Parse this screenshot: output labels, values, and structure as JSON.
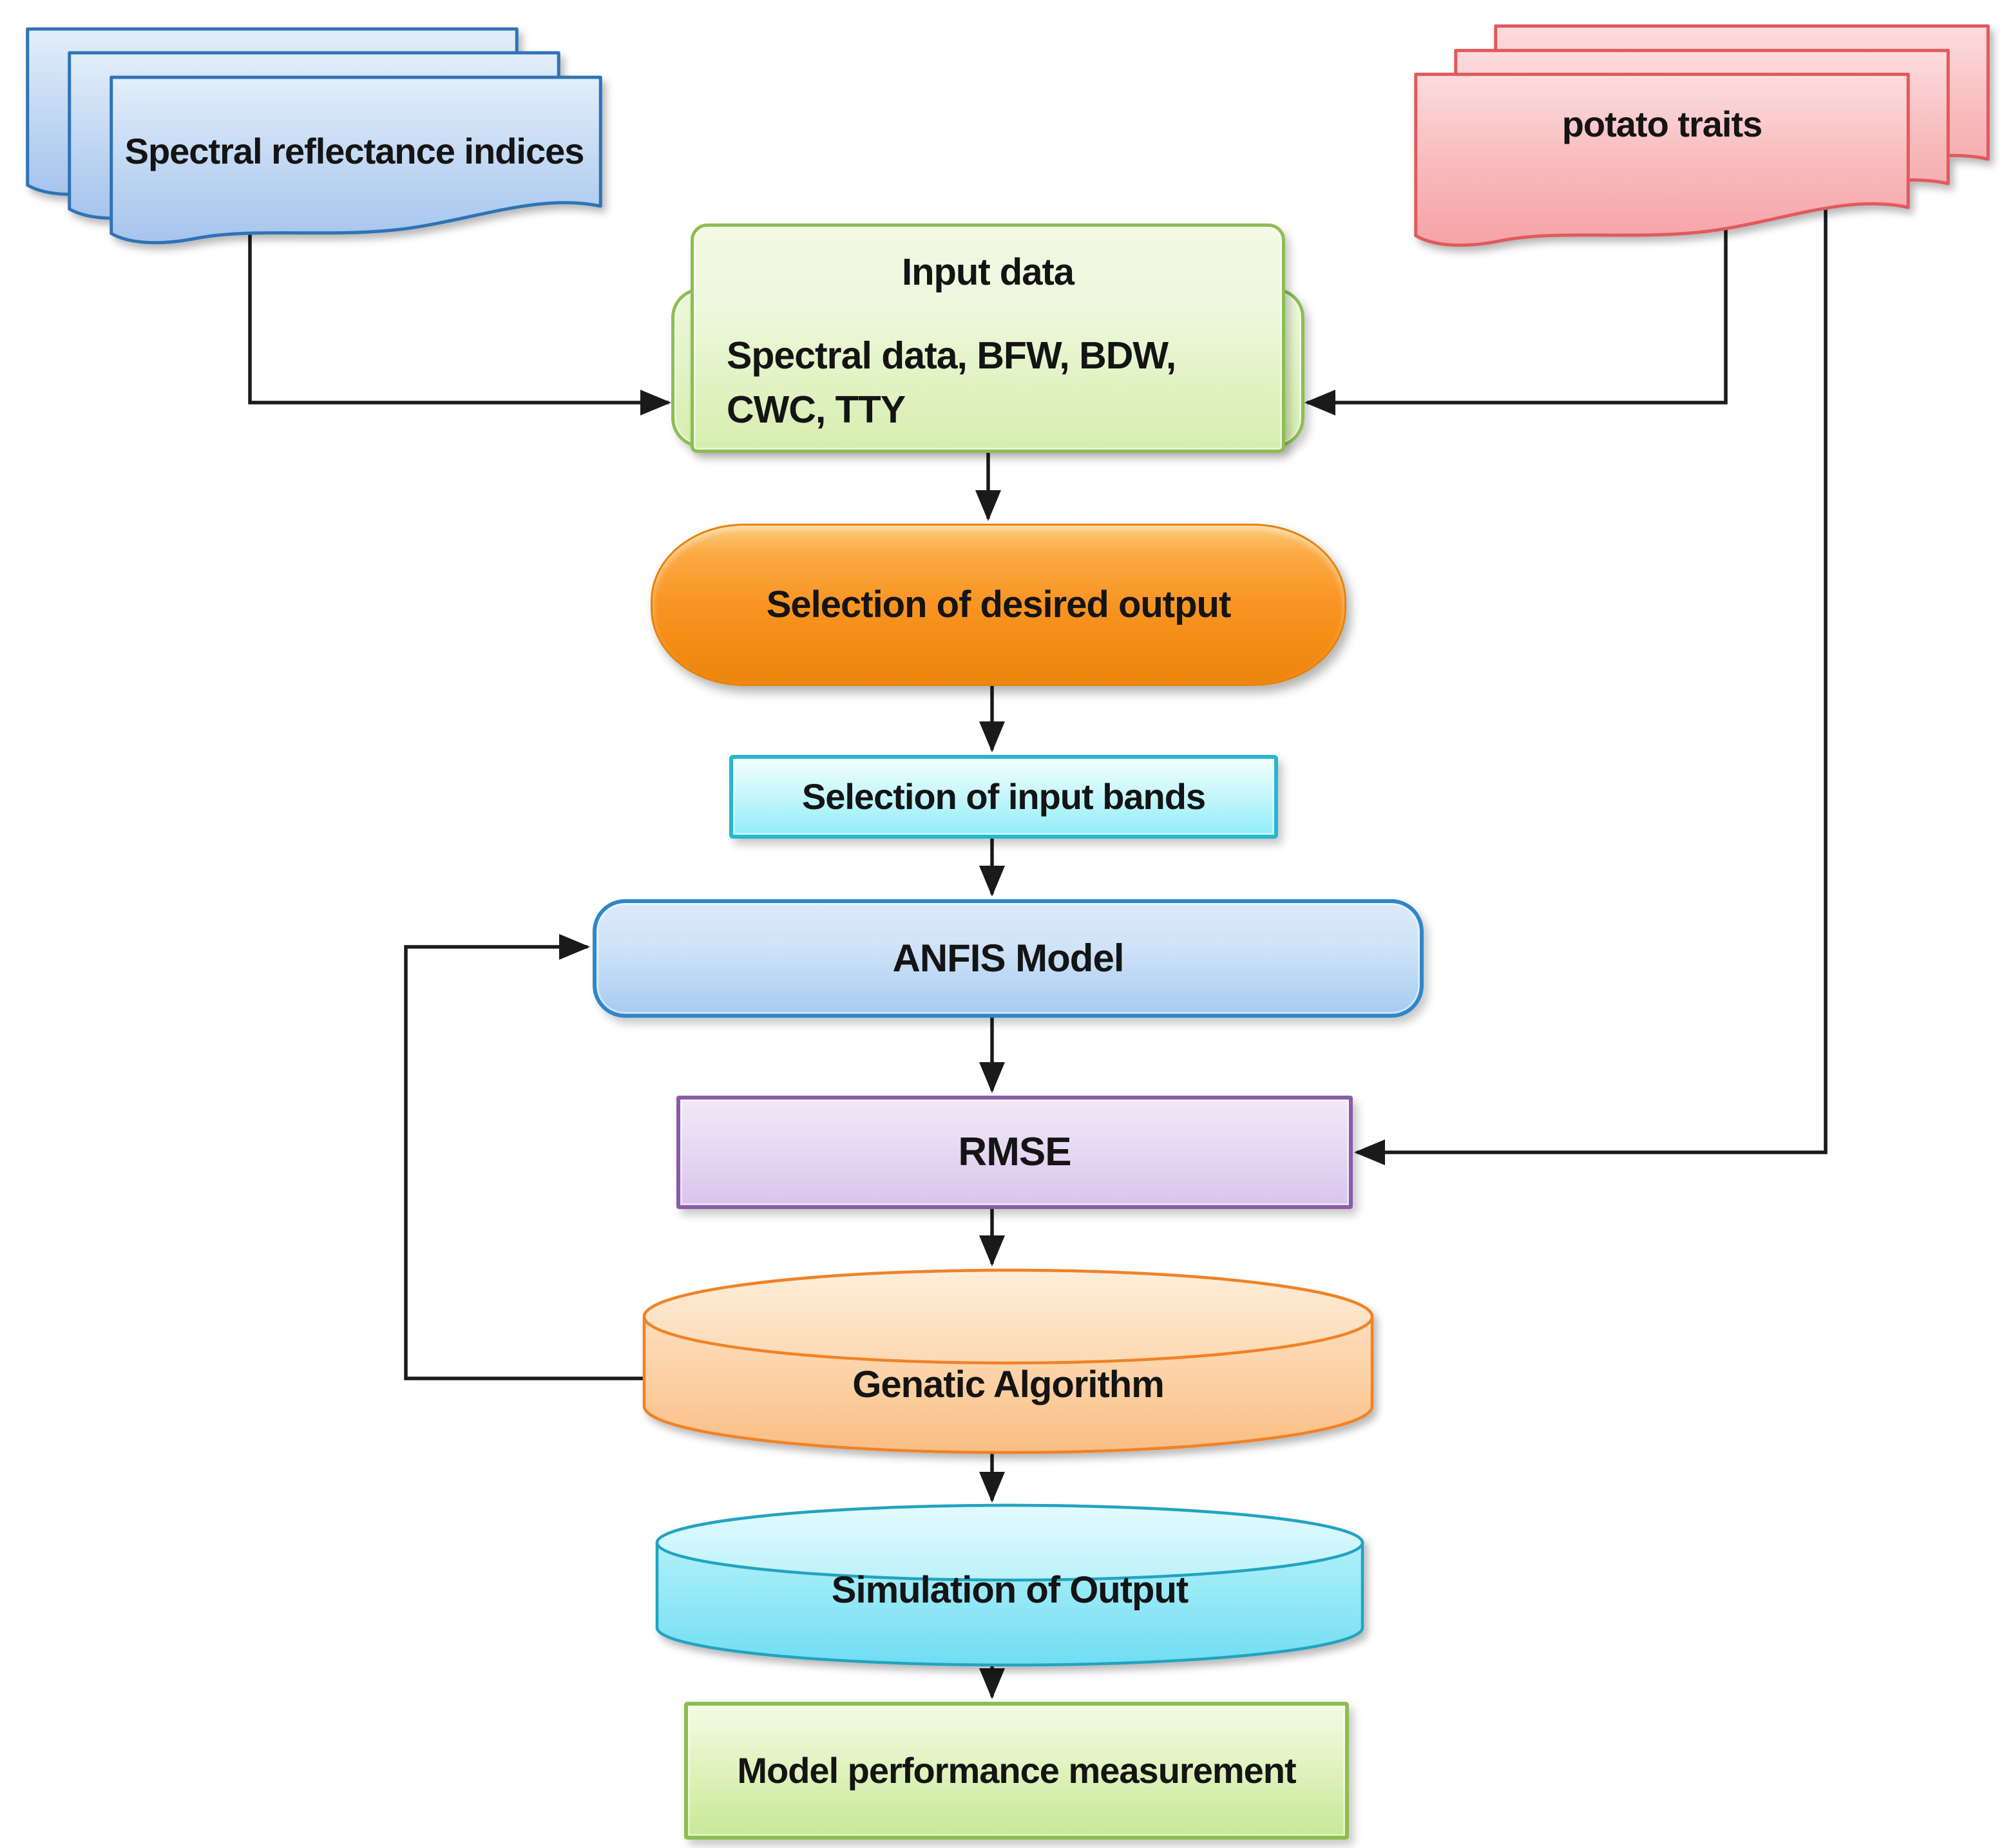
{
  "nodes": {
    "spectral_docs": {
      "label": "Spectral reflectance indices"
    },
    "potato_docs": {
      "label": "potato traits"
    },
    "input_data": {
      "title": "Input data",
      "body": "Spectral data, BFW, BDW, CWC, TTY"
    },
    "selection_output": {
      "label": "Selection of desired output"
    },
    "selection_bands": {
      "label": "Selection of input bands"
    },
    "anfis_model": {
      "label": "ANFIS Model"
    },
    "rmse": {
      "label": "RMSE"
    },
    "genetic_algorithm": {
      "label": "Genatic Algorithm"
    },
    "simulation_output": {
      "label": "Simulation of Output"
    },
    "model_performance": {
      "label": "Model performance measurement"
    }
  },
  "edges": [
    {
      "from": "spectral_docs",
      "to": "input_data"
    },
    {
      "from": "potato_docs",
      "to": "input_data"
    },
    {
      "from": "potato_docs",
      "to": "rmse"
    },
    {
      "from": "input_data",
      "to": "selection_output"
    },
    {
      "from": "selection_output",
      "to": "selection_bands"
    },
    {
      "from": "selection_bands",
      "to": "anfis_model"
    },
    {
      "from": "anfis_model",
      "to": "rmse"
    },
    {
      "from": "rmse",
      "to": "genetic_algorithm"
    },
    {
      "from": "genetic_algorithm",
      "to": "anfis_model"
    },
    {
      "from": "genetic_algorithm",
      "to": "simulation_output"
    },
    {
      "from": "simulation_output",
      "to": "model_performance"
    }
  ],
  "colors": {
    "arrow": "#1a1a1a",
    "doc_blue_border": "#2d73b5",
    "doc_blue_light": "#dce9f8",
    "doc_blue_dark": "#a6c4ec",
    "doc_red_border": "#e05a5c",
    "doc_red_light": "#fbdadc",
    "doc_red_dark": "#f5a3a6",
    "input_border": "#8cbe52",
    "input_light": "#eef8dd",
    "input_dark": "#d6eeae",
    "select_output_top": "#fbaa43",
    "select_output_main": "#f89422",
    "select_output_border": "#e8820a",
    "bands_border": "#27b5d0",
    "bands_light": "#f2fdfe",
    "bands_dark": "#8fedf8",
    "anfis_border": "#2f86c8",
    "anfis_light": "#dbeafa",
    "anfis_dark": "#a6cbf1",
    "rmse_border": "#8a5ca8",
    "rmse_light": "#f1e8f8",
    "rmse_dark": "#d9c5ec",
    "ga_border": "#f08226",
    "ga_light": "#fde7ce",
    "ga_dark": "#f9bd82",
    "sim_border": "#23a3bf",
    "sim_light": "#d4f8fd",
    "sim_dark": "#6fdef2",
    "perf_border": "#8cbe4e",
    "perf_light": "#f3fbe5",
    "perf_dark": "#c9e897"
  }
}
